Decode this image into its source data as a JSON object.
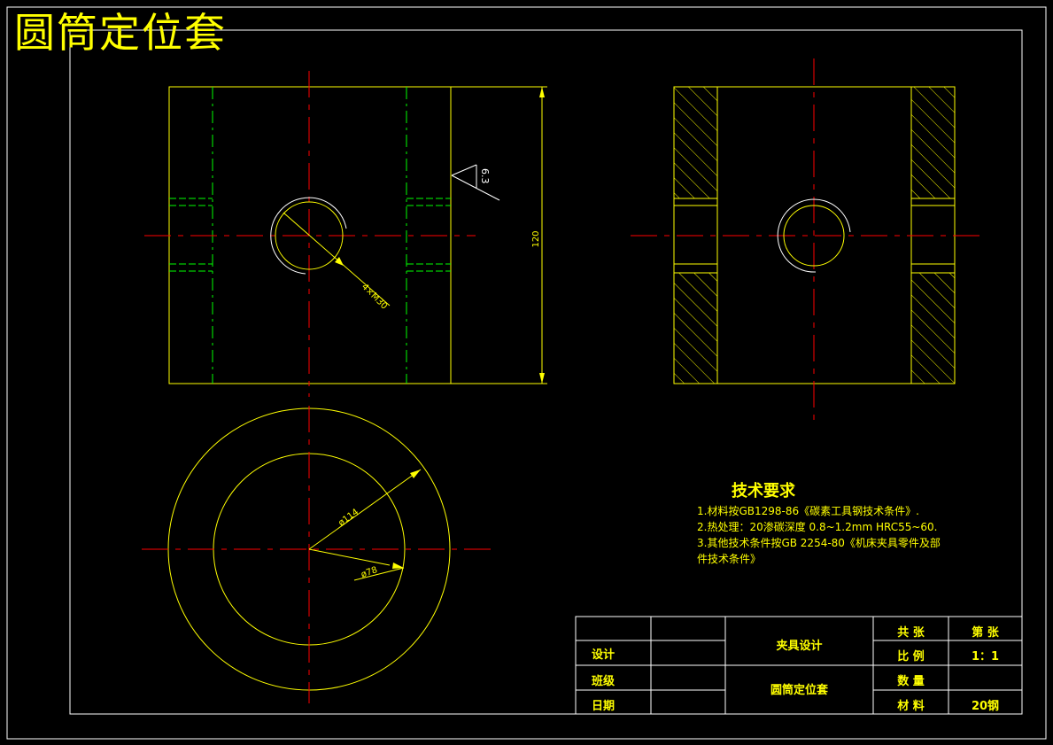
{
  "title": "圆筒定位套",
  "colors": {
    "background": "#000000",
    "outline": "#ffff00",
    "center_line": "#ff0000",
    "hidden_line": "#00ff00",
    "frame": "#ffffff"
  },
  "front_view": {
    "dimension_height": "120",
    "thread_callout": "4×M30",
    "roughness_value": "6.3"
  },
  "top_view": {
    "outer_diameter": "ø114",
    "inner_diameter": "ø78"
  },
  "tech_requirements": {
    "heading": "技术要求",
    "items": [
      "1.材料按GB1298-86《碳素工具钢技术条件》.",
      "2.热处理：20渗碳深度   0.8~1.2mm HRC55~60.",
      "3.其他技术条件按GB 2254-80《机床夹具零件及部",
      "件技术条件》"
    ]
  },
  "title_block": {
    "design_label": "设计",
    "class_label": "班级",
    "date_label": "日期",
    "project": "夹具设计",
    "part_name": "圆筒定位套",
    "total_sheets": "共  张",
    "sheet_no": "第  张",
    "scale_label": "比  例",
    "scale_value": "1：1",
    "qty_label": "数  量",
    "material_label": "材  料",
    "material_value": "20钢"
  }
}
